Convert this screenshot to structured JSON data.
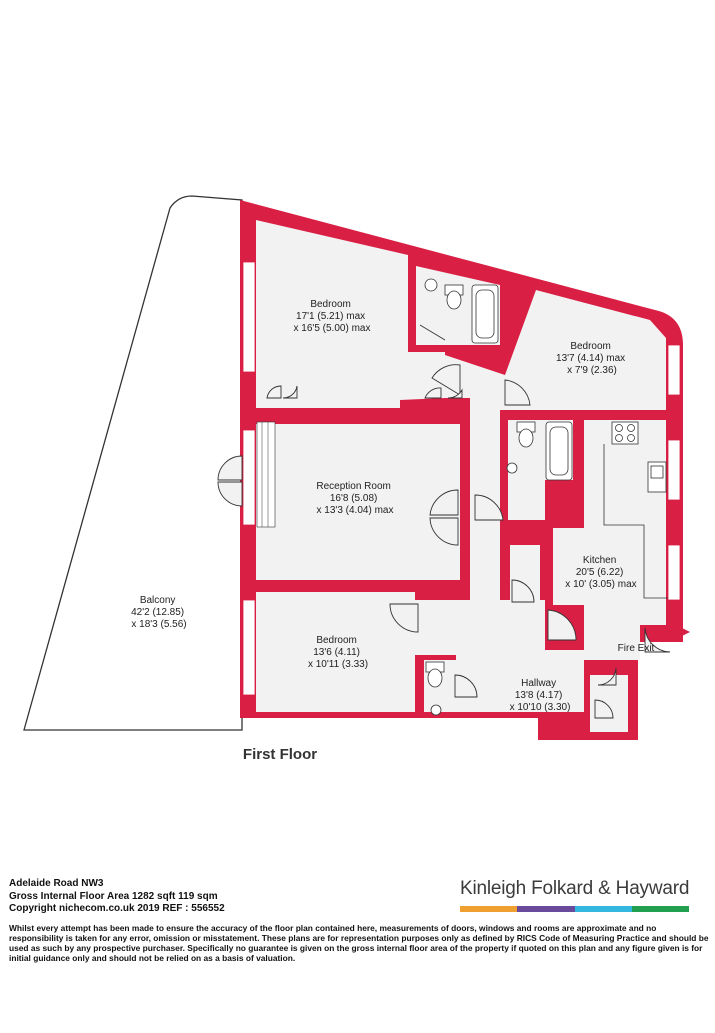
{
  "floor": {
    "title": "First Floor",
    "rooms": [
      {
        "id": "bedroom1",
        "name": "Bedroom",
        "size1": "17'1 (5.21) max",
        "size2": "x 16'5 (5.00) max"
      },
      {
        "id": "bedroom2",
        "name": "Bedroom",
        "size1": "13'7 (4.14) max",
        "size2": "x 7'9 (2.36)"
      },
      {
        "id": "reception",
        "name": "Reception Room",
        "size1": "16'8 (5.08)",
        "size2": "x 13'3 (4.04) max"
      },
      {
        "id": "kitchen",
        "name": "Kitchen",
        "size1": "20'5 (6.22)",
        "size2": "x 10' (3.05) max"
      },
      {
        "id": "balcony",
        "name": "Balcony",
        "size1": "42'2 (12.85)",
        "size2": "x 18'3 (5.56)"
      },
      {
        "id": "bedroom3",
        "name": "Bedroom",
        "size1": "13'6 (4.11)",
        "size2": "x 10'11 (3.33)"
      },
      {
        "id": "hallway",
        "name": "Hallway",
        "size1": "13'8 (4.17)",
        "size2": "x 10'10 (3.30)"
      }
    ],
    "fire_exit": "Fire Exit"
  },
  "footer": {
    "address": "Adelaide Road NW3",
    "area": "Gross Internal Floor Area 1282 sqft 119 sqm",
    "copyright": "Copyright nichecom.co.uk 2019 REF : 556552",
    "disclaimer": "Whilst every attempt has been made to ensure the accuracy of the floor plan contained here, measurements of doors, windows and rooms are approximate and no responsibility is taken for any error, omission or misstatement.  These plans are for representation purposes only as defined by RICS Code of Measuring Practice and should be used as such by any prospective purchaser.  Specifically no guarantee is given on the gross internal floor area of the property if quoted on this plan and any figure given is for initial guidance only and should not be relied on as a basis of valuation."
  },
  "brand": {
    "name": "Kinleigh Folkard & Hayward",
    "colors": [
      "#f0a030",
      "#6a4a9a",
      "#35b8e0",
      "#22a050"
    ]
  },
  "colors": {
    "wall": "#d91f44",
    "floor": "#f2f2f2"
  }
}
